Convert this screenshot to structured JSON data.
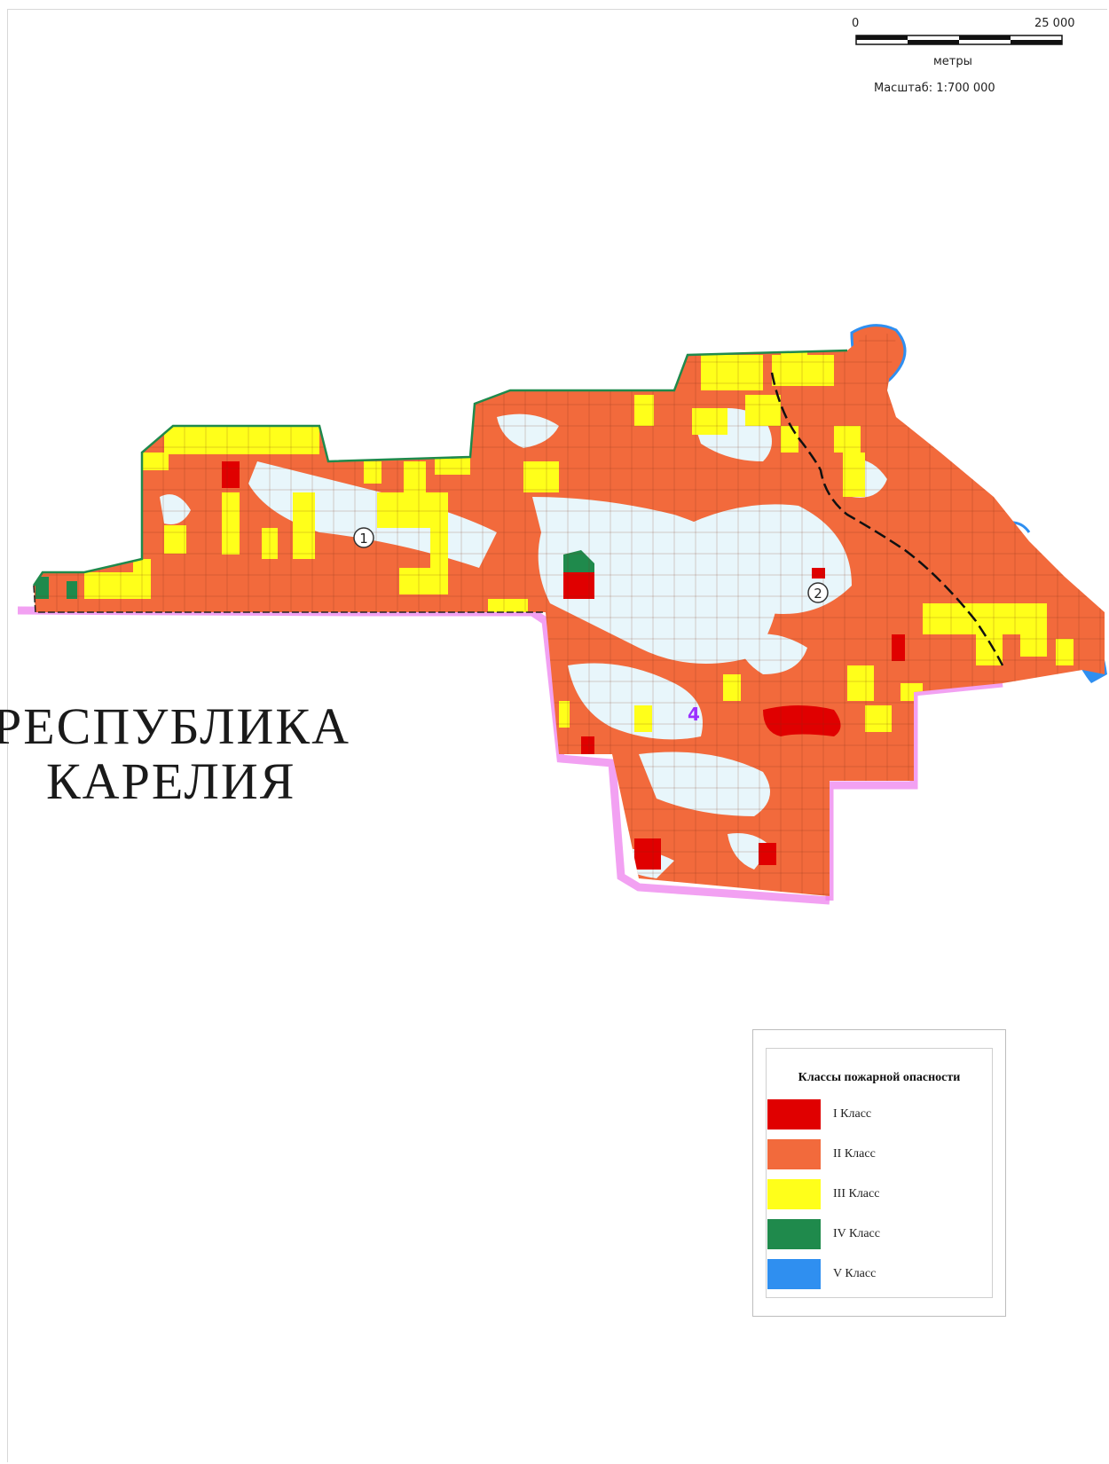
{
  "scale_bar": {
    "start_label": "0",
    "end_label": "25 000",
    "unit_label": "метры",
    "scale_text": "Масштаб: 1:700 000"
  },
  "region_label": {
    "line1": "РЕСПУБЛИКА",
    "line2": "КАРЕЛИЯ"
  },
  "district_markers": [
    {
      "label": "1"
    },
    {
      "label": "2"
    },
    {
      "label": "4"
    }
  ],
  "legend": {
    "title": "Классы пожарной опасности",
    "items": [
      {
        "label": "I Класс",
        "color": "#e00000"
      },
      {
        "label": "II Класс",
        "color": "#f26a3c"
      },
      {
        "label": "III Класс",
        "color": "#ffff1a"
      },
      {
        "label": "IV Класс",
        "color": "#1f8a4c"
      },
      {
        "label": "V Класс",
        "color": "#2f8ff0"
      }
    ]
  },
  "colors": {
    "class_2": "#f26a3c",
    "class_1": "#e00000",
    "class_3": "#ffff1a",
    "class_4": "#1f8a4c",
    "water": "#2f8ff0",
    "unforested": "#e8f6fb",
    "border": "#ee82ee"
  }
}
